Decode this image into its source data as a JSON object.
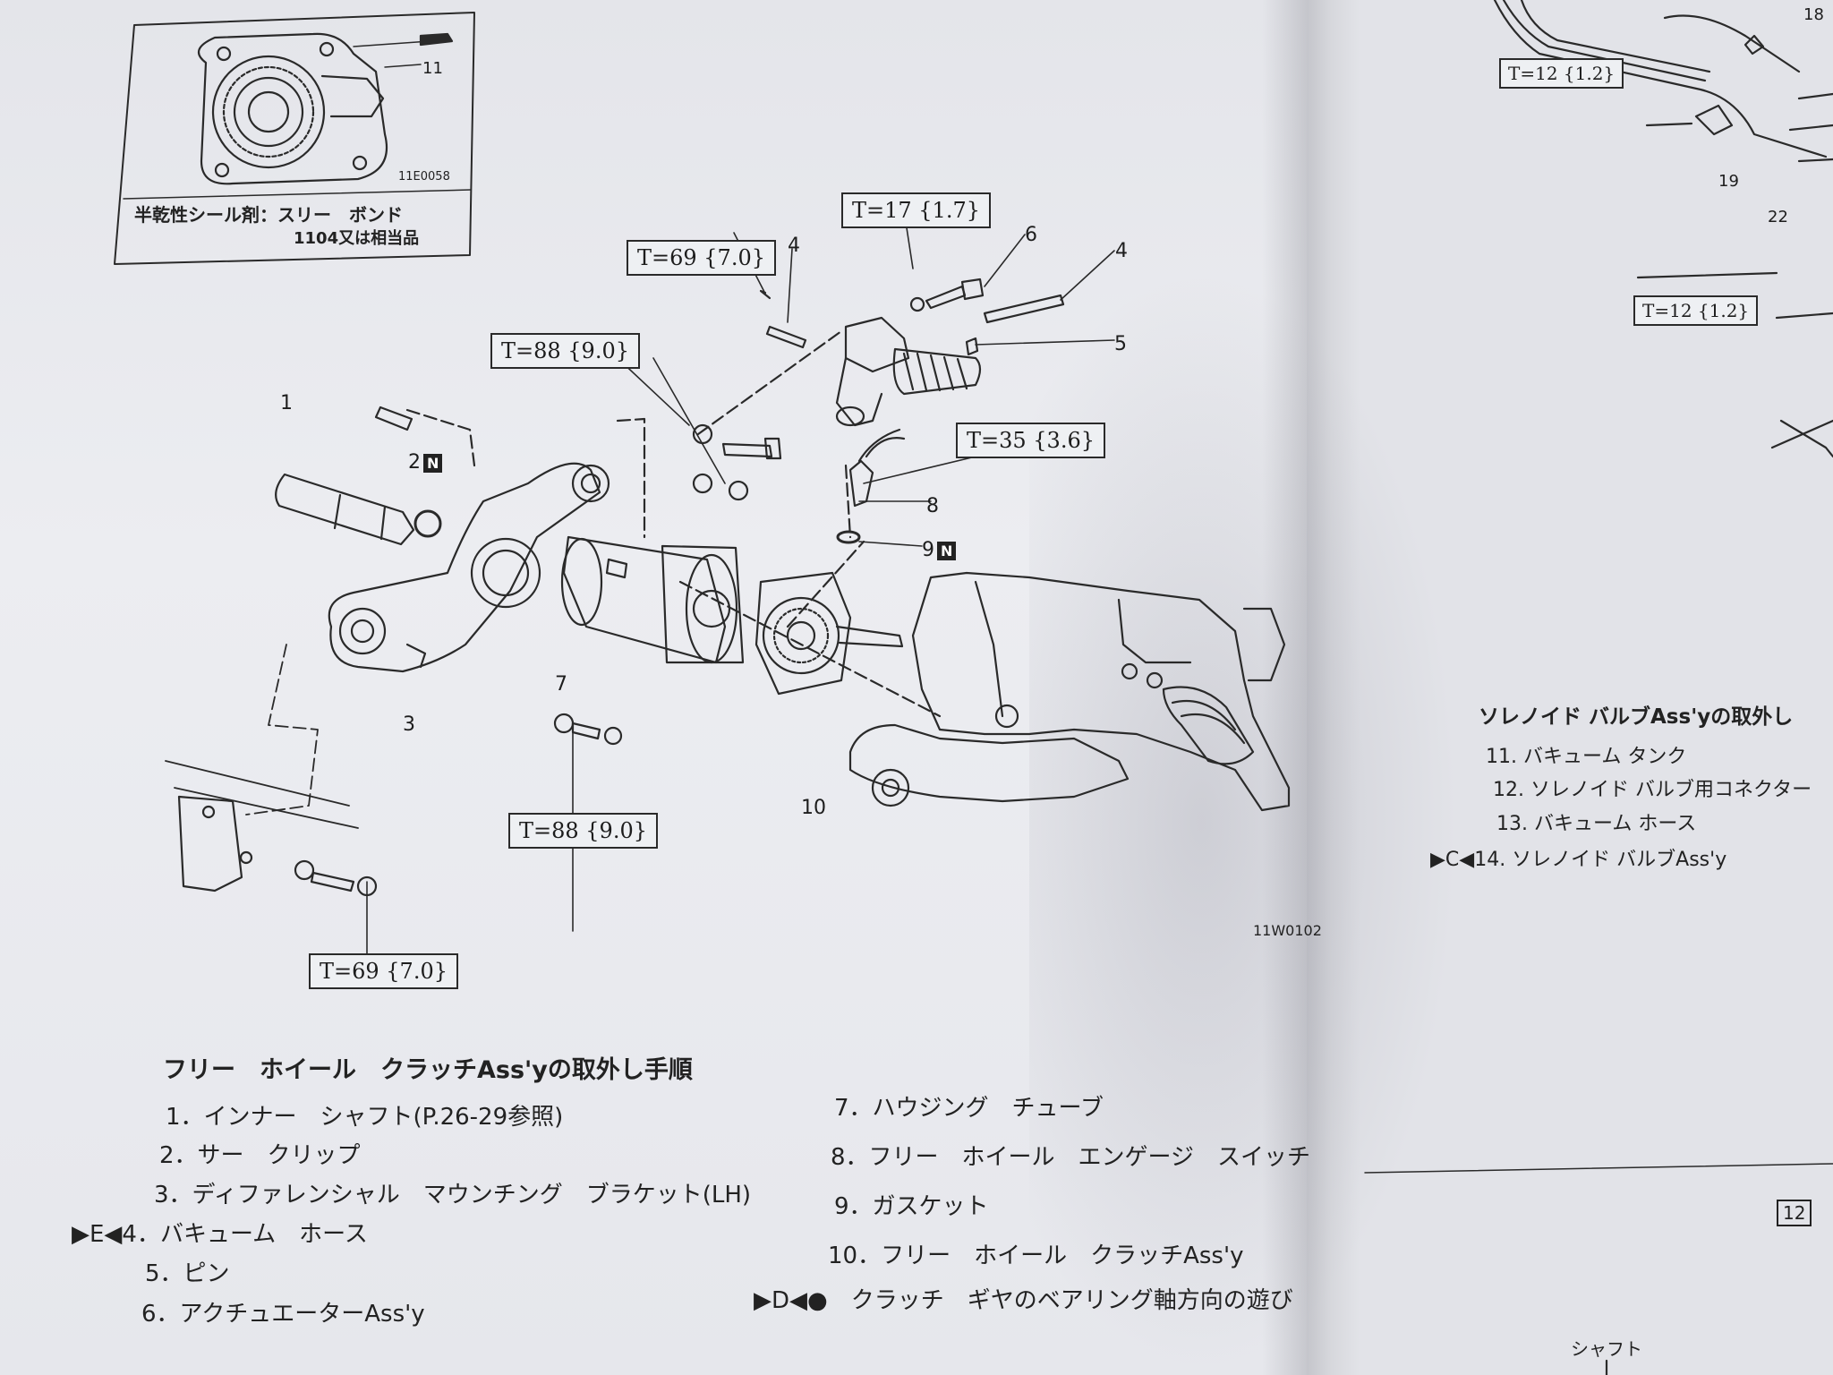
{
  "inset": {
    "part_label": "11",
    "image_code": "11E0058",
    "note_line1": "半乾性シール剤：スリー　ボンド",
    "note_line2": "1104又は相当品"
  },
  "diagram": {
    "code": "11W0102",
    "torques": {
      "t1": "T=17 {1.7}",
      "t2": "T=69 {7.0}",
      "t3": "T=88 {9.0}",
      "t4": "T=35 {3.6}",
      "t5": "T=88 {9.0}",
      "t6": "T=69 {7.0}"
    },
    "callouts": {
      "c1": "1",
      "c2": "2",
      "c3": "3",
      "c4a": "4",
      "c4b": "4",
      "c5": "5",
      "c6": "6",
      "c7": "7",
      "c8": "8",
      "c9": "9",
      "c10": "10"
    },
    "n_badge": "N"
  },
  "right_page": {
    "torque_a": "T=12 {1.2}",
    "torque_b": "T=12 {1.2}",
    "c18": "18",
    "c19": "19",
    "c22": "22",
    "heading": "ソレノイド バルブAss'yの取外し",
    "items": [
      "11. バキューム タンク",
      "12. ソレノイド バルブ用コネクター",
      "13. バキューム ホース",
      "▶C◀14. ソレノイド バルブAss'y"
    ],
    "badge": "12",
    "shaft": "シャフト"
  },
  "procedure": {
    "heading": "フリー　ホイール　クラッチAss'yの取外し手順",
    "left_steps": [
      "1．インナー　シャフト(P.26-29参照)",
      "2．サー　クリップ",
      "3．ディファレンシャル　マウンチング　ブラケット(LH)",
      "▶E◀4．バキューム　ホース",
      "5．ピン",
      "6．アクチュエーターAss'y"
    ],
    "right_steps": [
      "7．ハウジング　チューブ",
      "8．フリー　ホイール　エンゲージ　スイッチ",
      "9．ガスケット",
      "10．フリー　ホイール　クラッチAss'y",
      "▶D◀●　クラッチ　ギヤのベアリング軸方向の遊び"
    ]
  }
}
